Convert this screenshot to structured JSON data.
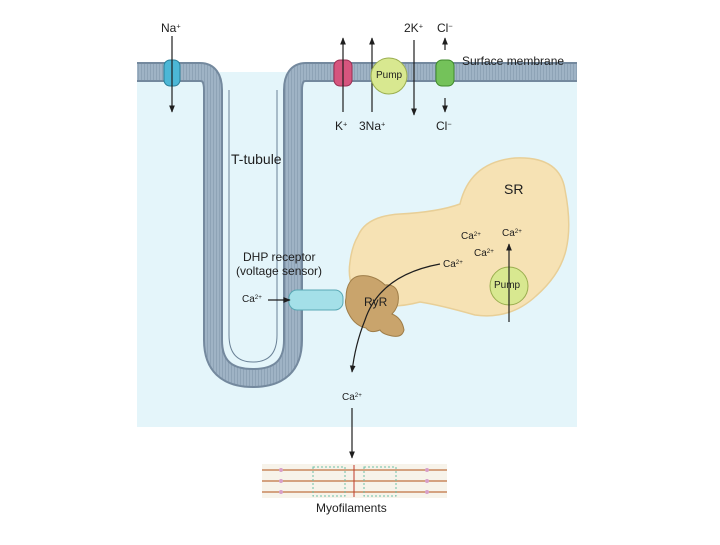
{
  "labels": {
    "na_top": {
      "base": "Na",
      "sup": "+"
    },
    "surface_membrane": "Surface membrane",
    "k_top": {
      "base": "2K",
      "sup": "+"
    },
    "cl_top": {
      "base": "Cl",
      "sup": "−"
    },
    "pump_surface": "Pump",
    "k_bottom": {
      "base": "K",
      "sup": "+"
    },
    "na_bottom": {
      "base": "3Na",
      "sup": "+"
    },
    "cl_bottom": {
      "base": "Cl",
      "sup": "−"
    },
    "t_tubule": "T-tubule",
    "sr": "SR",
    "dhp_receptor": "DHP receptor",
    "voltage_sensor": "(voltage sensor)",
    "ca_dhp": {
      "base": "Ca",
      "sup": "2+"
    },
    "ryr": "RyR",
    "ca_sr_1": {
      "base": "Ca",
      "sup": "2+"
    },
    "ca_sr_2": {
      "base": "Ca",
      "sup": "2+"
    },
    "ca_sr_3": {
      "base": "Ca",
      "sup": "2+"
    },
    "ca_sr_4": {
      "base": "Ca",
      "sup": "2+"
    },
    "pump_sr": "Pump",
    "ca_release": {
      "base": "Ca",
      "sup": "2+"
    },
    "myofilaments": "Myofilaments"
  },
  "colors": {
    "cytoplasm": "#e4f5fa",
    "membrane": "#9cb0c2",
    "sr": "#f6e2b4",
    "ryr": "#c9a46c",
    "dhp": "#a4e0e8",
    "na_channel": "#4cb7d6",
    "k_channel": "#d6557e",
    "cl_channel": "#74c25a",
    "pump": "#d8e890"
  }
}
